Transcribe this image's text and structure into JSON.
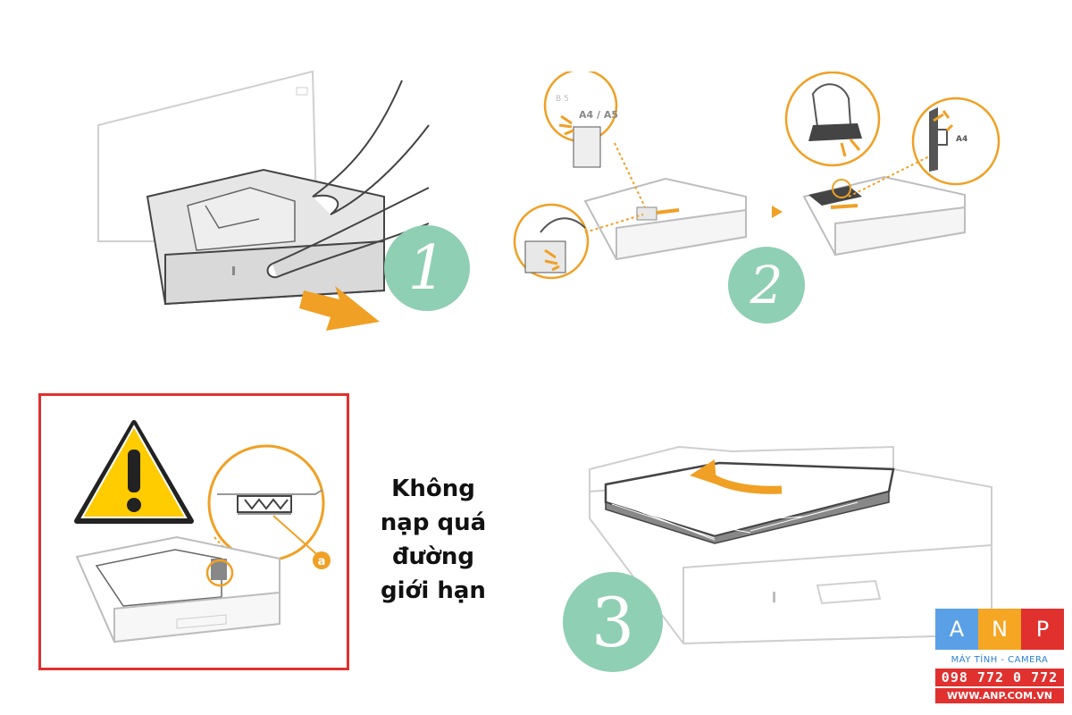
{
  "steps": {
    "step1": "1",
    "step2": "2",
    "step3": "3"
  },
  "step2_labels": {
    "b5": "B 5",
    "a4a5": "A4 / A5",
    "a4": "A4"
  },
  "warning": {
    "line1": "Không",
    "line2": "nạp quá",
    "line3": "đường",
    "line4": "giới hạn",
    "marker": "a",
    "icon": "warning-icon"
  },
  "logo": {
    "letter_a": "A",
    "letter_n": "N",
    "letter_p": "P",
    "tagline": "MÁY TÍNH - CAMERA",
    "phone": "098 772 0 772",
    "website": "WWW.ANP.COM.VN"
  },
  "colors": {
    "badge": "#8fcfb3",
    "orange": "#f0a024",
    "warning_red": "#e0312f",
    "warning_yellow": "#ffcc00",
    "logo_blue": "#5aa0e6",
    "logo_orange": "#f5a623",
    "logo_red": "#e0312f"
  }
}
